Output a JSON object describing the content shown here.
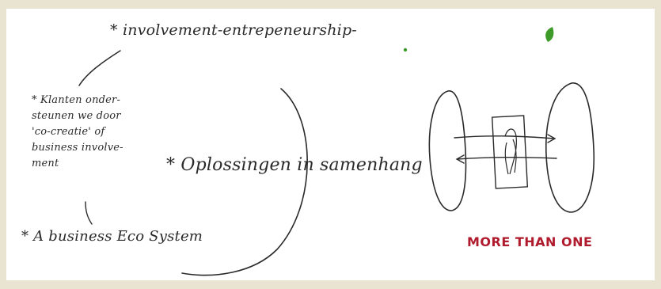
{
  "notes": {
    "top": "* involvement-entrepeneurship-",
    "left_lines": [
      "* Klanten onder-",
      "steunen we door",
      "'co-creatie' of",
      "business involve-",
      "ment"
    ],
    "middle": "* Oplossingen in samenhang",
    "bottom": "* A business Eco System"
  },
  "tagline": "MORE THAN ONE",
  "colors": {
    "background": "#e9e3d2",
    "sheet": "#ffffff",
    "ink": "#2a2a2a",
    "accent_red": "#b01b2e",
    "leaf_green": "#3e9b2a"
  },
  "icons": [
    "leaf-icon",
    "dot-icon",
    "two-circles-exchange-sketch"
  ]
}
